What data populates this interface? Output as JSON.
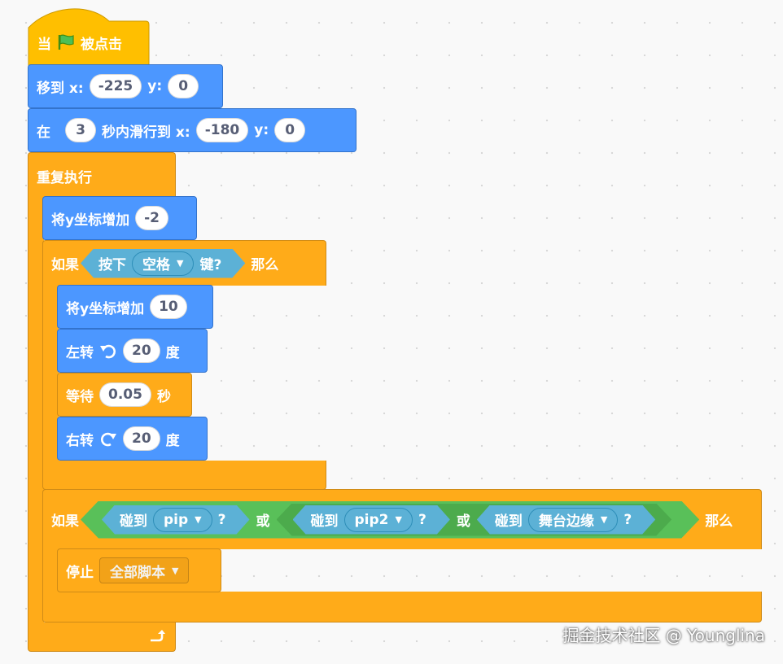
{
  "colors": {
    "event": "#ffbf00",
    "motion": "#4c97ff",
    "control": "#ffab19",
    "sensing": "#5cb1d6",
    "operator": "#59c059"
  },
  "hat": {
    "when": "当",
    "flag_icon": "green-flag-icon",
    "clicked": "被点击"
  },
  "goto": {
    "label": "移到 x:",
    "x": "-225",
    "y_label": "y:",
    "y": "0"
  },
  "glide": {
    "prefix": "在",
    "secs": "3",
    "middle": "秒内滑行到 x:",
    "x": "-180",
    "y_label": "y:",
    "y": "0"
  },
  "forever": {
    "label": "重复执行",
    "loop_icon": "loop-arrow-icon"
  },
  "change_y_1": {
    "label": "将y坐标增加",
    "value": "-2"
  },
  "if_1": {
    "if_label": "如果",
    "then_label": "那么",
    "condition": {
      "label": "按下",
      "key": "空格",
      "suffix": "键?"
    },
    "body": {
      "change_y": {
        "label": "将y坐标增加",
        "value": "10"
      },
      "turn_left": {
        "label": "左转",
        "icon": "rotate-left-icon",
        "value": "20",
        "unit": "度"
      },
      "wait": {
        "label": "等待",
        "value": "0.05",
        "unit": "秒"
      },
      "turn_right": {
        "label": "右转",
        "icon": "rotate-right-icon",
        "value": "20",
        "unit": "度"
      }
    }
  },
  "if_2": {
    "if_label": "如果",
    "then_label": "那么",
    "or_word": "或",
    "touch_1": {
      "label": "碰到",
      "target": "pip",
      "q": "?"
    },
    "touch_2": {
      "label": "碰到",
      "target": "pip2",
      "q": "?"
    },
    "touch_3": {
      "label": "碰到",
      "target": "舞台边缘",
      "q": "?"
    },
    "body": {
      "stop": {
        "label": "停止",
        "option": "全部脚本"
      }
    }
  },
  "watermark": "掘金技术社区 @ Younglina"
}
